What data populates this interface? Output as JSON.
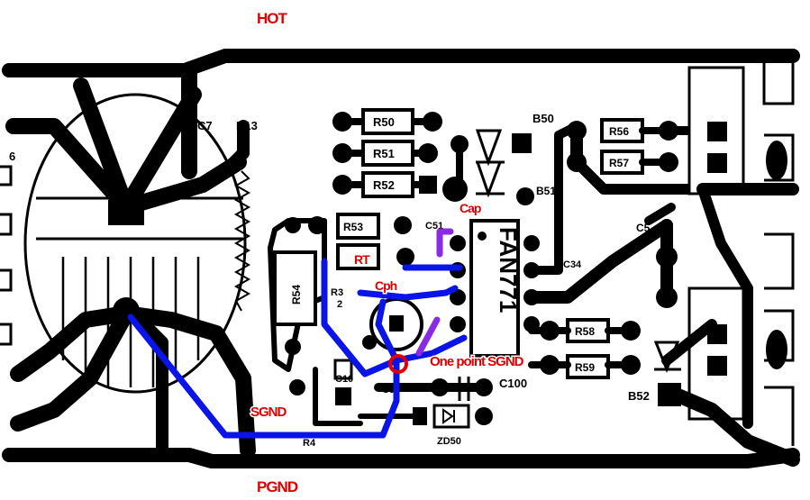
{
  "labels": {
    "hot": "HOT",
    "pgnd": "PGND",
    "sgnd": "SGND",
    "one_point_sgnd": "One point SGND",
    "cap": "Cap",
    "cph": "Cph",
    "rt": "RT"
  },
  "silkscreen": {
    "c7": "C7",
    "r13": "R13",
    "six": "6",
    "r50": "R50",
    "r51": "R51",
    "r52": "R52",
    "r53": "R53",
    "r54": "R54",
    "r56": "R56",
    "r57": "R57",
    "r58": "R58",
    "r59": "R59",
    "b50": "B50",
    "b51": "B51",
    "b52": "B52",
    "c51": "C51",
    "c100": "C100",
    "c10": "C10",
    "c9": "C9",
    "r3": "R3",
    "r2": "2",
    "r4": "R4",
    "zd50": "ZD50",
    "c34": "C34",
    "c35": "C5",
    "fan": "FAN771"
  },
  "colors": {
    "signal_ground_route": "#0a14e6",
    "highlight_route": "#8a2be2",
    "annotation_text": "#e00000",
    "copper": "#000000",
    "board": "#ffffff"
  }
}
